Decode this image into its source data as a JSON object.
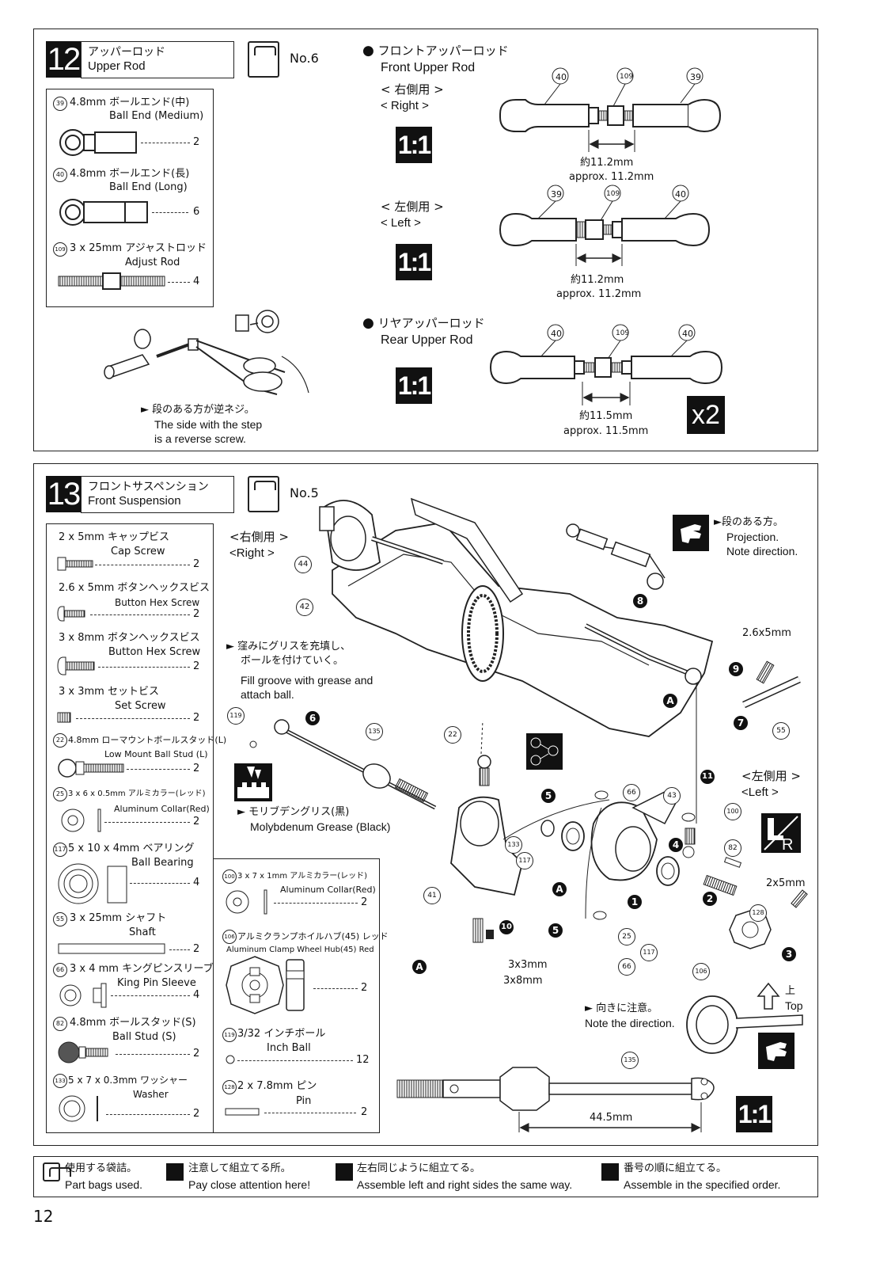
{
  "step12": {
    "number": "12",
    "title_jp": "アッパーロッド",
    "title_en": "Upper Rod",
    "bag": "No.6",
    "parts": [
      {
        "id": "39",
        "jp": "4.8mm ボールエンド(中)",
        "en": "Ball End (Medium)",
        "qty": "2"
      },
      {
        "id": "40",
        "jp": "4.8mm ボールエンド(長)",
        "en": "Ball End (Long)",
        "qty": "6"
      },
      {
        "id": "109",
        "jp": "3 x 25mm アジャストロッド",
        "en": "Adjust Rod",
        "qty": "4"
      }
    ],
    "note_jp": "段のある方が逆ネジ。",
    "note_en1": "The side with the step",
    "note_en2": "is a reverse screw.",
    "front_jp": "フロントアッパーロッド",
    "front_en": "Front Upper Rod",
    "right_jp": "< 右側用 >",
    "right_en": "< Right >",
    "left_jp": "< 左側用 >",
    "left_en": "< Left >",
    "rear_jp": "リヤアッパーロッド",
    "rear_en": "Rear Upper Rod",
    "scale": "1:1",
    "dim_front_jp": "約11.2mm",
    "dim_front_en": "approx. 11.2mm",
    "dim_rear_jp": "約11.5mm",
    "dim_rear_en": "approx. 11.5mm",
    "times": "x2",
    "labels_right": [
      "40",
      "109",
      "39"
    ],
    "labels_left": [
      "39",
      "109",
      "40"
    ],
    "labels_rear": [
      "40",
      "109",
      "40"
    ]
  },
  "step13": {
    "number": "13",
    "title_jp": "フロントサスペンション",
    "title_en": "Front Suspension",
    "bag": "No.5",
    "parts_left": [
      {
        "id": "",
        "jp": "2 x 5mm キャップビス",
        "en": "Cap Screw",
        "qty": "2"
      },
      {
        "id": "",
        "jp": "2.6 x 5mm ボタンヘックスビス",
        "en": "Button Hex Screw",
        "qty": "2"
      },
      {
        "id": "",
        "jp": "3 x 8mm ボタンヘックスビス",
        "en": "Button Hex Screw",
        "qty": "2"
      },
      {
        "id": "",
        "jp": "3 x 3mm セットビス",
        "en": "Set Screw",
        "qty": "2"
      },
      {
        "id": "22",
        "jp": "4.8mm ローマウントボールスタッド(L)",
        "en": "Low Mount Ball Stud (L)",
        "qty": "2"
      },
      {
        "id": "25",
        "jp": "3 x 6 x 0.5mm アルミカラー(レッド)",
        "en": "Aluminum Collar(Red)",
        "qty": "2"
      },
      {
        "id": "117",
        "jp": "5 x 10 x 4mm ベアリング",
        "en": "Ball Bearing",
        "qty": "4"
      },
      {
        "id": "55",
        "jp": "3 x 25mm シャフト",
        "en": "Shaft",
        "qty": "2"
      },
      {
        "id": "66",
        "jp": "3 x 4 mm キングピンスリーブ",
        "en": "King Pin Sleeve",
        "qty": "4"
      },
      {
        "id": "82",
        "jp": "4.8mm ボールスタッド(S)",
        "en": "Ball Stud (S)",
        "qty": "2"
      },
      {
        "id": "133",
        "jp": "5 x 7 x 0.3mm ワッシャー",
        "en": "Washer",
        "qty": "2"
      }
    ],
    "parts_right": [
      {
        "id": "100",
        "jp": "3 x 7 x 1mm アルミカラー(レッド)",
        "en": "Aluminum Collar(Red)",
        "qty": "2"
      },
      {
        "id": "106",
        "jp": "アルミクランプホイルハブ(45) レッド",
        "en": "Aluminum Clamp Wheel Hub(45) Red",
        "qty": "2"
      },
      {
        "id": "119",
        "jp": "3/32 インチボール",
        "en": "Inch Ball",
        "qty": "12"
      },
      {
        "id": "128",
        "jp": "2 x 7.8mm ピン",
        "en": "Pin",
        "qty": "2"
      }
    ],
    "right_jp": "<右側用 >",
    "right_en": "<Right >",
    "left_jp": "<左側用 >",
    "left_en": "<Left >",
    "grease_jp1": "窪みにグリスを充填し、",
    "grease_jp2": "ボールを付けていく。",
    "grease_en1": "Fill groove with grease and",
    "grease_en2": "attach ball.",
    "moly_jp": "モリブデングリス(黒)",
    "moly_en": "Molybdenum Grease (Black)",
    "proj_jp": "段のある方。",
    "proj_en1": "Projection.",
    "proj_en2": "Note direction.",
    "dir_jp": "向きに注意。",
    "dir_en": "Note the direction.",
    "top_jp": "上",
    "top_en": "Top",
    "screw_26": "2.6x5mm",
    "screw_2x5": "2x5mm",
    "screw_3x3": "3x3mm",
    "screw_3x8": "3x8mm",
    "dim": "44.5mm",
    "scale": "1:1",
    "labels": [
      "44",
      "42",
      "119",
      "135",
      "22",
      "66",
      "43",
      "100",
      "82",
      "133",
      "117",
      "41",
      "25",
      "66",
      "117",
      "128",
      "106",
      "55",
      "135"
    ],
    "steps": [
      "1",
      "2",
      "3",
      "4",
      "5",
      "6",
      "7",
      "8",
      "9",
      "10",
      "11",
      "A"
    ]
  },
  "footer": [
    {
      "icon": "bag-icon",
      "jp": "使用する袋詰。",
      "en": "Part bags used."
    },
    {
      "icon": "caution-hand-icon",
      "jp": "注意して組立てる所。",
      "en": "Pay close attention here!"
    },
    {
      "icon": "left-right-icon",
      "jp": "左右同じように組立てる。",
      "en": "Assemble left and right sides the same way."
    },
    {
      "icon": "order-icon",
      "jp": "番号の順に組立てる。",
      "en": "Assemble in the specified order."
    }
  ],
  "page_number": "12"
}
